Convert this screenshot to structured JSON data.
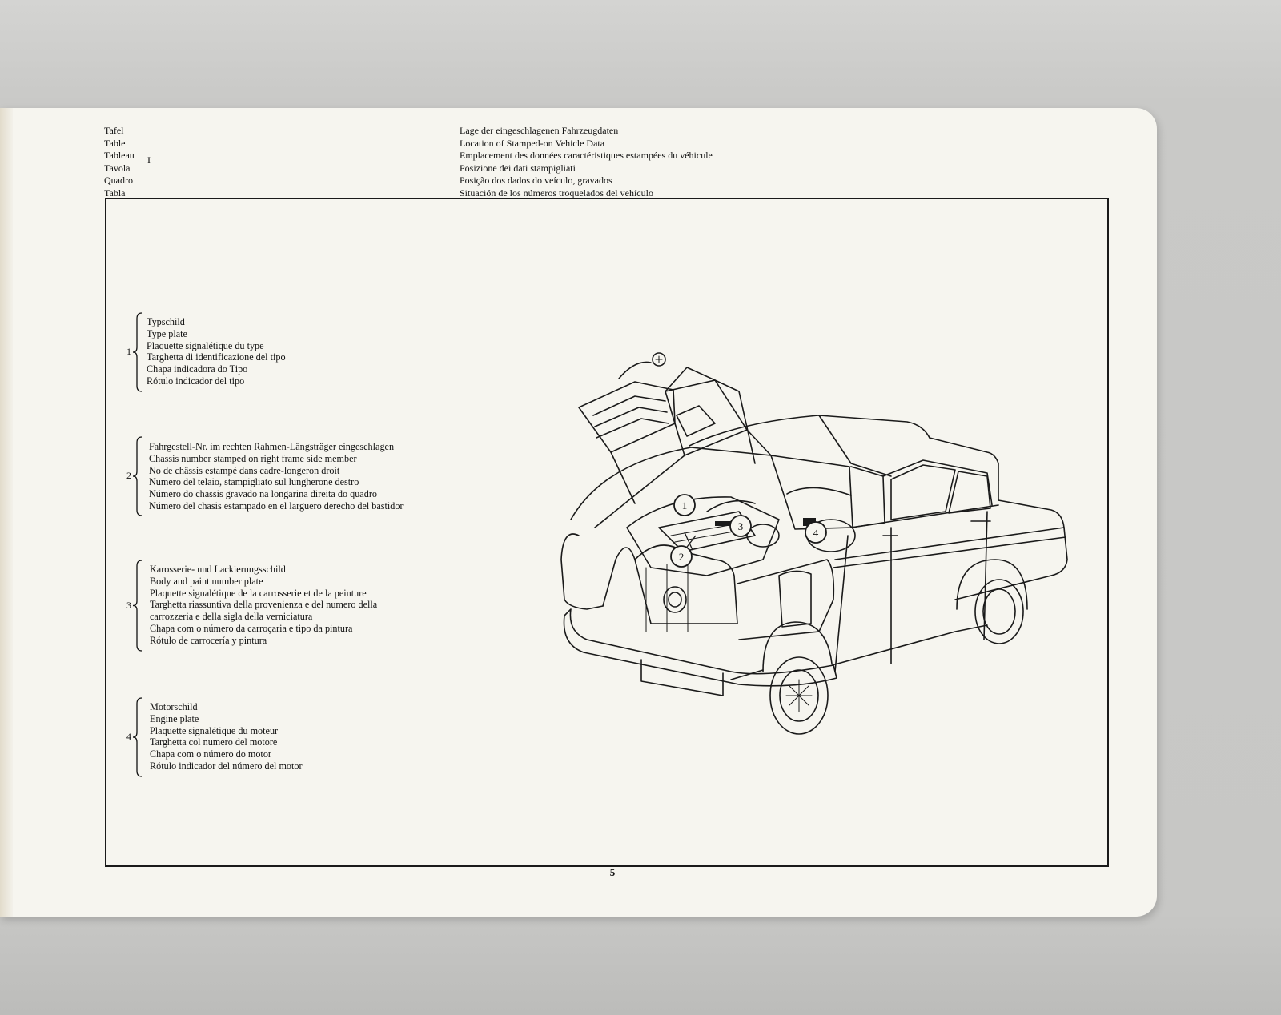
{
  "header": {
    "labels": [
      "Tafel",
      "Table",
      "Tableau",
      "Tavola",
      "Quadro",
      "Tabla"
    ],
    "table_number": "I",
    "titles": [
      "Lage der eingeschlagenen Fahrzeugdaten",
      "Location of Stamped-on Vehicle Data",
      "Emplacement des données caractéristiques estampées du véhicule",
      "Posizione dei dati stampigliati",
      "Posição dos dados do veículo, gravados",
      "Situación de los números troquelados del vehículo"
    ]
  },
  "legend": [
    {
      "number": "1",
      "lines": [
        "Typschild",
        "Type plate",
        "Plaquette signalétique du type",
        "Targhetta di identificazione del tipo",
        "Chapa indicadora do Tipo",
        "Rótulo indicador del tipo"
      ]
    },
    {
      "number": "2",
      "lines": [
        "Fahrgestell-Nr. im rechten Rahmen-Längsträger eingeschlagen",
        "Chassis number stamped on right frame side member",
        "No de châssis estampé dans cadre-longeron droit",
        "Numero del telaio, stampigliato sul lungherone destro",
        "Número do chassis gravado na longarina direita do quadro",
        "Número del chasis estampado en el larguero derecho del bastidor"
      ]
    },
    {
      "number": "3",
      "lines": [
        "Karosserie- und Lackierungsschild",
        "Body and paint number plate",
        "Plaquette signalétique de la carrosserie et de la peinture",
        "Targhetta riassuntiva della provenienza e del numero della",
        "carrozzeria e della sigla della verniciatura",
        "Chapa com o número da carroçaria e tipo da pintura",
        "Rótulo de carrocería y pintura"
      ]
    },
    {
      "number": "4",
      "lines": [
        "Motorschild",
        "Engine plate",
        "Plaquette signalétique du moteur",
        "Targhetta col numero del motore",
        "Chapa com o número do motor",
        "Rótulo indicador del número del motor"
      ]
    }
  ],
  "callouts": [
    "1",
    "2",
    "3",
    "4"
  ],
  "page_number": "5"
}
